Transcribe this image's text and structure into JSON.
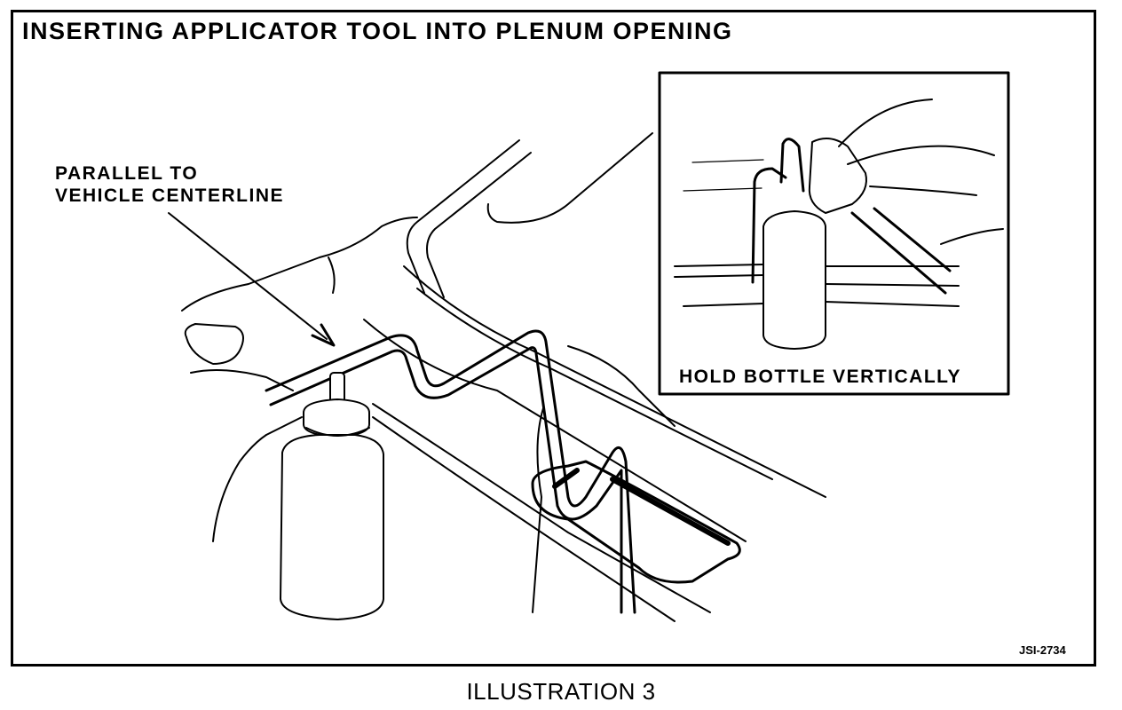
{
  "illustration": {
    "title": "INSERTING APPLICATOR TOOL INTO PLENUM OPENING",
    "callout": {
      "line1": "PARALLEL  TO",
      "line2": "VEHICLE CENTERLINE"
    },
    "inset_caption": "HOLD BOTTLE VERTICALLY",
    "figure_code": "JSI-2734",
    "caption": "ILLUSTRATION 3"
  }
}
